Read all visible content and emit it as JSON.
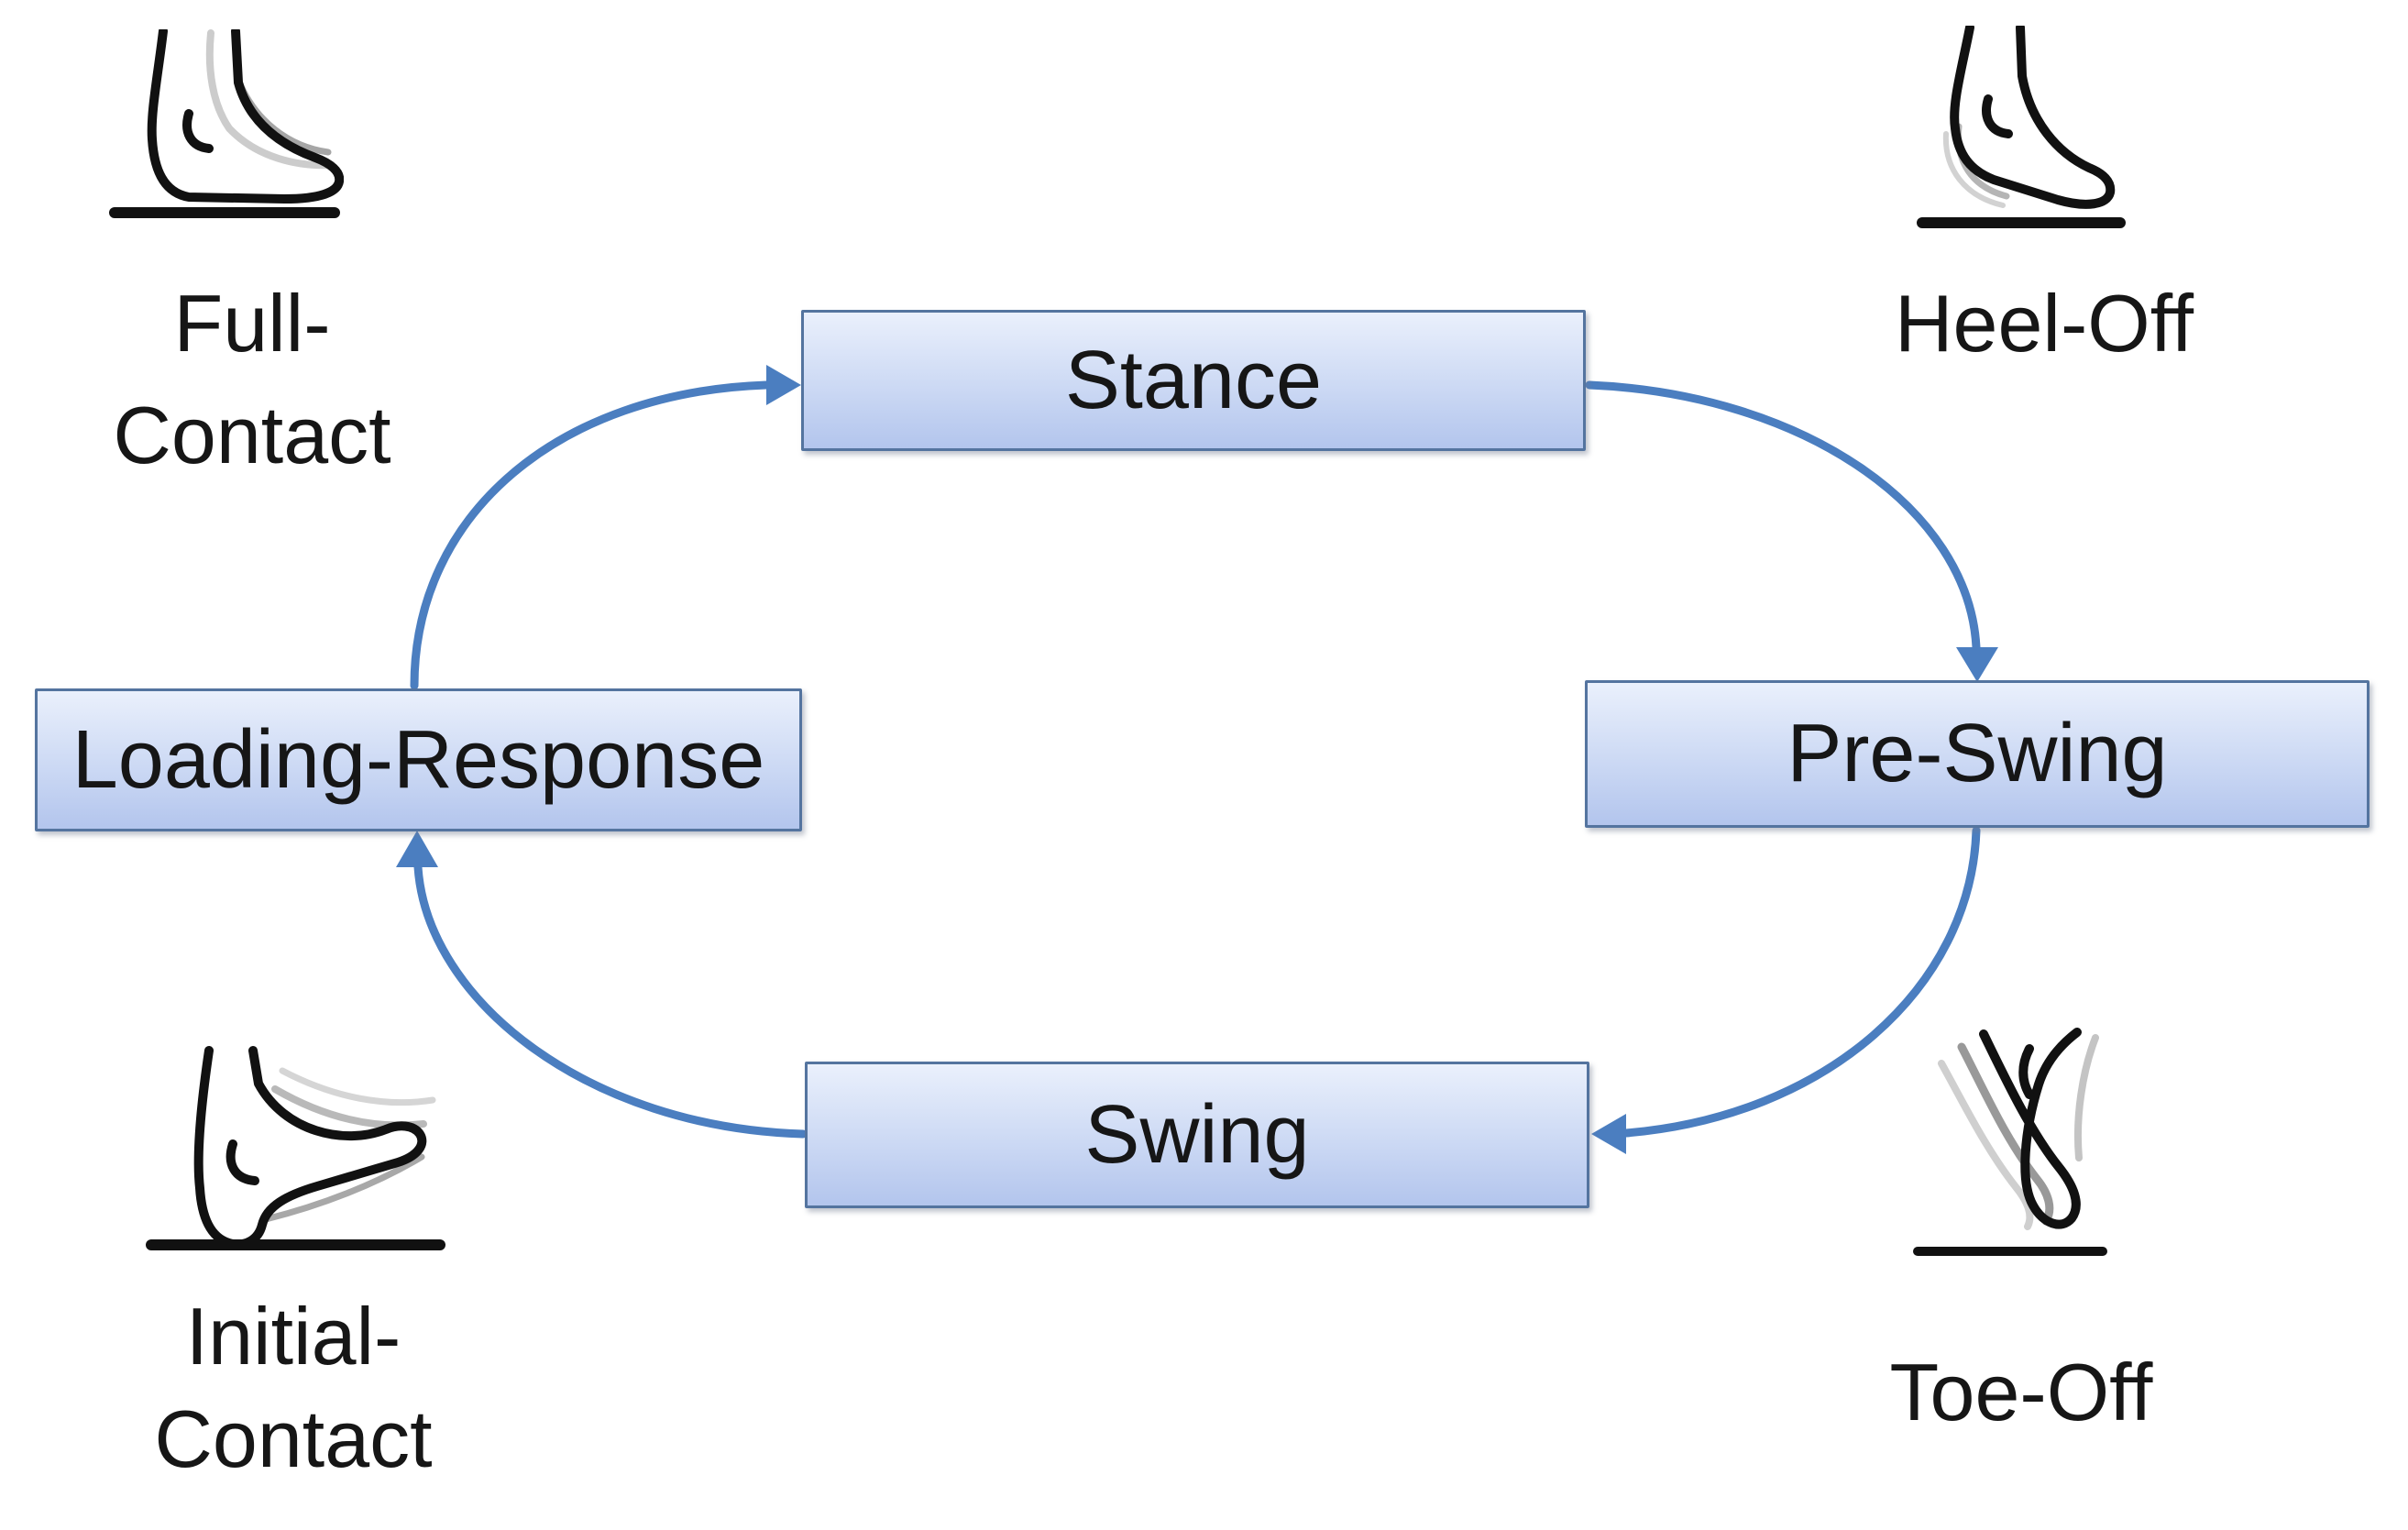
{
  "diagram": {
    "type": "cycle",
    "colors": {
      "accent_arrow": "#4b7ec0",
      "box_border": "#54749f",
      "box_fill_top": "#eaf0fc",
      "box_fill_bottom": "#b3c5ed",
      "text": "#161616",
      "icon_stroke": "#111111",
      "icon_echo_gray": "#a6a6a6"
    },
    "nodes": [
      {
        "id": "stance",
        "label": "Stance"
      },
      {
        "id": "pre_swing",
        "label": "Pre-Swing"
      },
      {
        "id": "swing",
        "label": "Swing"
      },
      {
        "id": "loading_response",
        "label": "Loading-Response"
      }
    ],
    "edges": [
      {
        "from": "Loading-Response",
        "to": "Stance"
      },
      {
        "from": "Stance",
        "to": "Pre-Swing"
      },
      {
        "from": "Pre-Swing",
        "to": "Swing"
      },
      {
        "from": "Swing",
        "to": "Loading-Response"
      }
    ],
    "corner_labels": [
      {
        "id": "full_contact",
        "position": "top-left",
        "icon": "foot-full-contact-icon",
        "lines": [
          "Full-",
          "Contact"
        ]
      },
      {
        "id": "heel_off",
        "position": "top-right",
        "icon": "foot-heel-off-icon",
        "lines": [
          "Heel-Off"
        ]
      },
      {
        "id": "toe_off",
        "position": "bottom-right",
        "icon": "foot-toe-off-icon",
        "lines": [
          "Toe-Off"
        ]
      },
      {
        "id": "initial_contact",
        "position": "bottom-left",
        "icon": "foot-initial-contact-icon",
        "lines": [
          "Initial-",
          "Contact"
        ]
      }
    ]
  }
}
